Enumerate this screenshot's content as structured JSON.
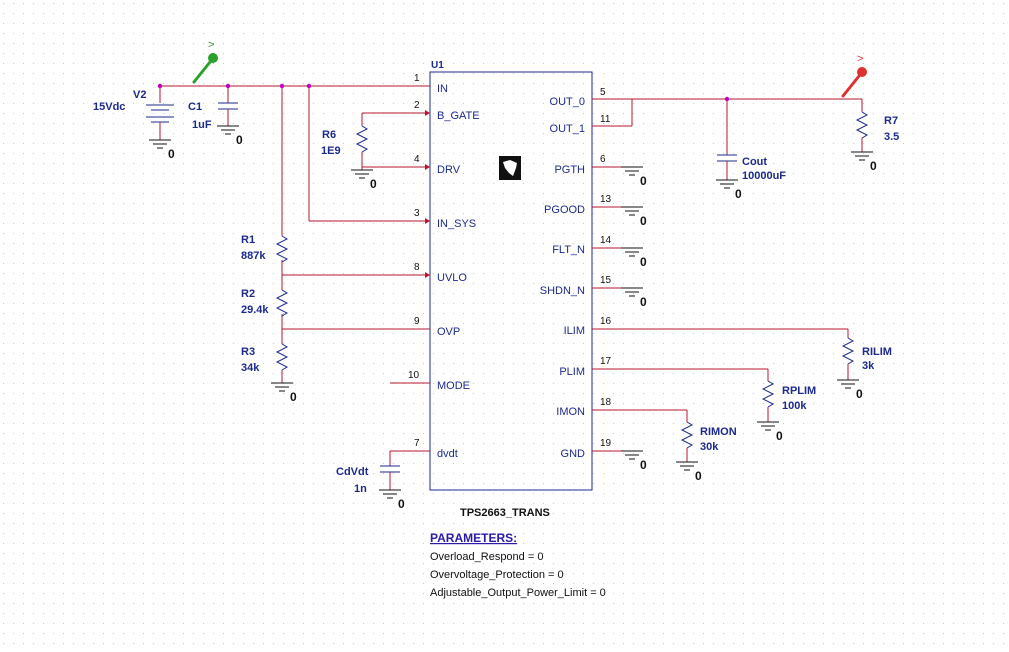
{
  "chip": {
    "ref": "U1",
    "name": "TPS2663_TRANS",
    "pins": [
      {
        "num": "1",
        "name": "IN",
        "side": "left"
      },
      {
        "num": "2",
        "name": "B_GATE",
        "side": "left"
      },
      {
        "num": "4",
        "name": "DRV",
        "side": "left"
      },
      {
        "num": "3",
        "name": "IN_SYS",
        "side": "left"
      },
      {
        "num": "8",
        "name": "UVLO",
        "side": "left"
      },
      {
        "num": "9",
        "name": "OVP",
        "side": "left"
      },
      {
        "num": "10",
        "name": "MODE",
        "side": "left"
      },
      {
        "num": "7",
        "name": "dvdt",
        "side": "left"
      },
      {
        "num": "5",
        "name": "OUT_0",
        "side": "right"
      },
      {
        "num": "11",
        "name": "OUT_1",
        "side": "right"
      },
      {
        "num": "6",
        "name": "PGTH",
        "side": "right"
      },
      {
        "num": "13",
        "name": "PGOOD",
        "side": "right"
      },
      {
        "num": "14",
        "name": "FLT_N",
        "side": "right"
      },
      {
        "num": "15",
        "name": "SHDN_N",
        "side": "right"
      },
      {
        "num": "16",
        "name": "ILIM",
        "side": "right"
      },
      {
        "num": "17",
        "name": "PLIM",
        "side": "right"
      },
      {
        "num": "18",
        "name": "IMON",
        "side": "right"
      },
      {
        "num": "19",
        "name": "GND",
        "side": "right"
      }
    ]
  },
  "components": [
    {
      "ref": "V2",
      "value": "15Vdc"
    },
    {
      "ref": "C1",
      "value": "1uF"
    },
    {
      "ref": "R6",
      "value": "1E9"
    },
    {
      "ref": "R1",
      "value": "887k"
    },
    {
      "ref": "R2",
      "value": "29.4k"
    },
    {
      "ref": "R3",
      "value": "34k"
    },
    {
      "ref": "CdVdt",
      "value": "1n"
    },
    {
      "ref": "Cout",
      "value": "10000uF"
    },
    {
      "ref": "R7",
      "value": "3.5"
    },
    {
      "ref": "RILIM",
      "value": "3k"
    },
    {
      "ref": "RPLIM",
      "value": "100k"
    },
    {
      "ref": "RIMON",
      "value": "30k"
    }
  ],
  "ground_label": "0",
  "probe_label": ">",
  "parameters": {
    "header": "PARAMETERS:",
    "lines": [
      "Overload_Respond = 0",
      "Overvoltage_Protection = 0",
      "Adjustable_Output_Power_Limit = 0"
    ]
  },
  "colors": {
    "wire": "#b5172c",
    "component": "#1c2a8c",
    "junction": "#c000c0",
    "probe_green": "#2aa12a",
    "probe_red": "#e03030"
  }
}
